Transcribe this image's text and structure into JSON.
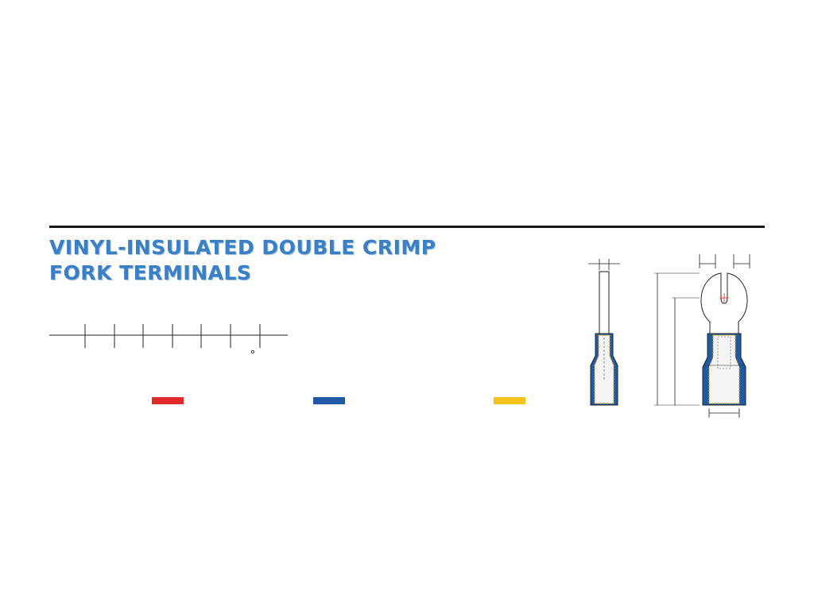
{
  "document": {
    "title_line_1": "VINYL-INSULATED DOUBLE CRIMP",
    "title_line_2": "FORK TERMINALS"
  },
  "colors": {
    "title": "#3b7fc4",
    "rule": "#1a1a1a",
    "swatch_red": "#e02a2a",
    "swatch_blue": "#1f5aa6",
    "swatch_yellow": "#f5c21b",
    "insulation_blue": "#1f5aa6",
    "crimp_gold": "#d9a020",
    "drawing_line": "#222222",
    "center_mark": "#d9534f"
  },
  "swatches": [
    {
      "name": "red",
      "color": "#e02a2a"
    },
    {
      "name": "blue",
      "color": "#1f5aa6"
    },
    {
      "name": "yellow",
      "color": "#f5c21b"
    }
  ],
  "drawing": {
    "side_view": "terminal-side-view",
    "front_view": "fork-terminal-front-view"
  }
}
